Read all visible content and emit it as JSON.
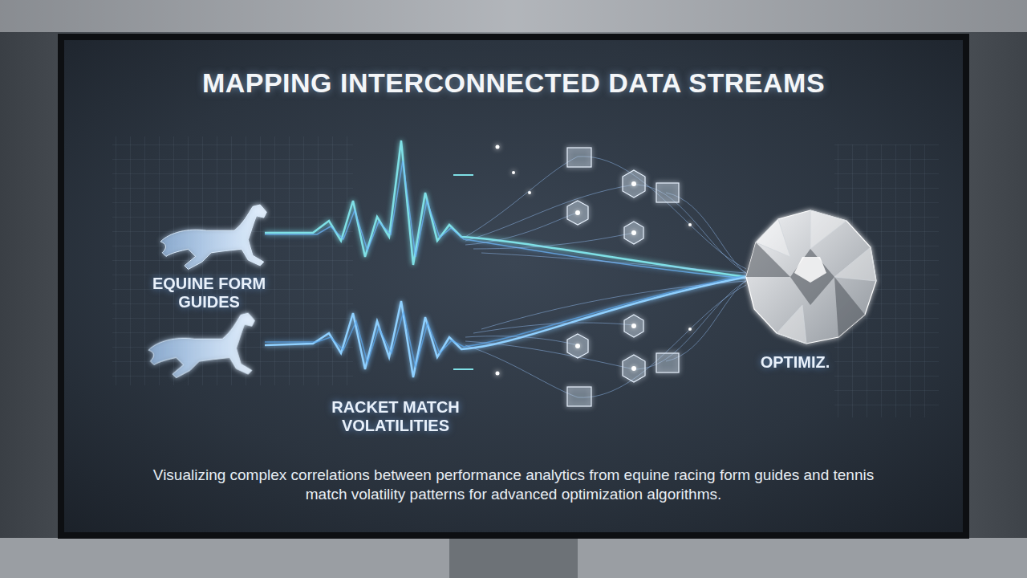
{
  "diagram": {
    "title": "MAPPING INTERCONNECTED DATA STREAMS",
    "caption": "Visualizing complex correlations between performance analytics from equine racing form guides and tennis match volatility patterns for advanced optimization algorithms.",
    "labels": [
      "EQUINE FORM GUIDES",
      "RACKET MATCH VOLATILITIES",
      "OPTIMIZ."
    ]
  }
}
